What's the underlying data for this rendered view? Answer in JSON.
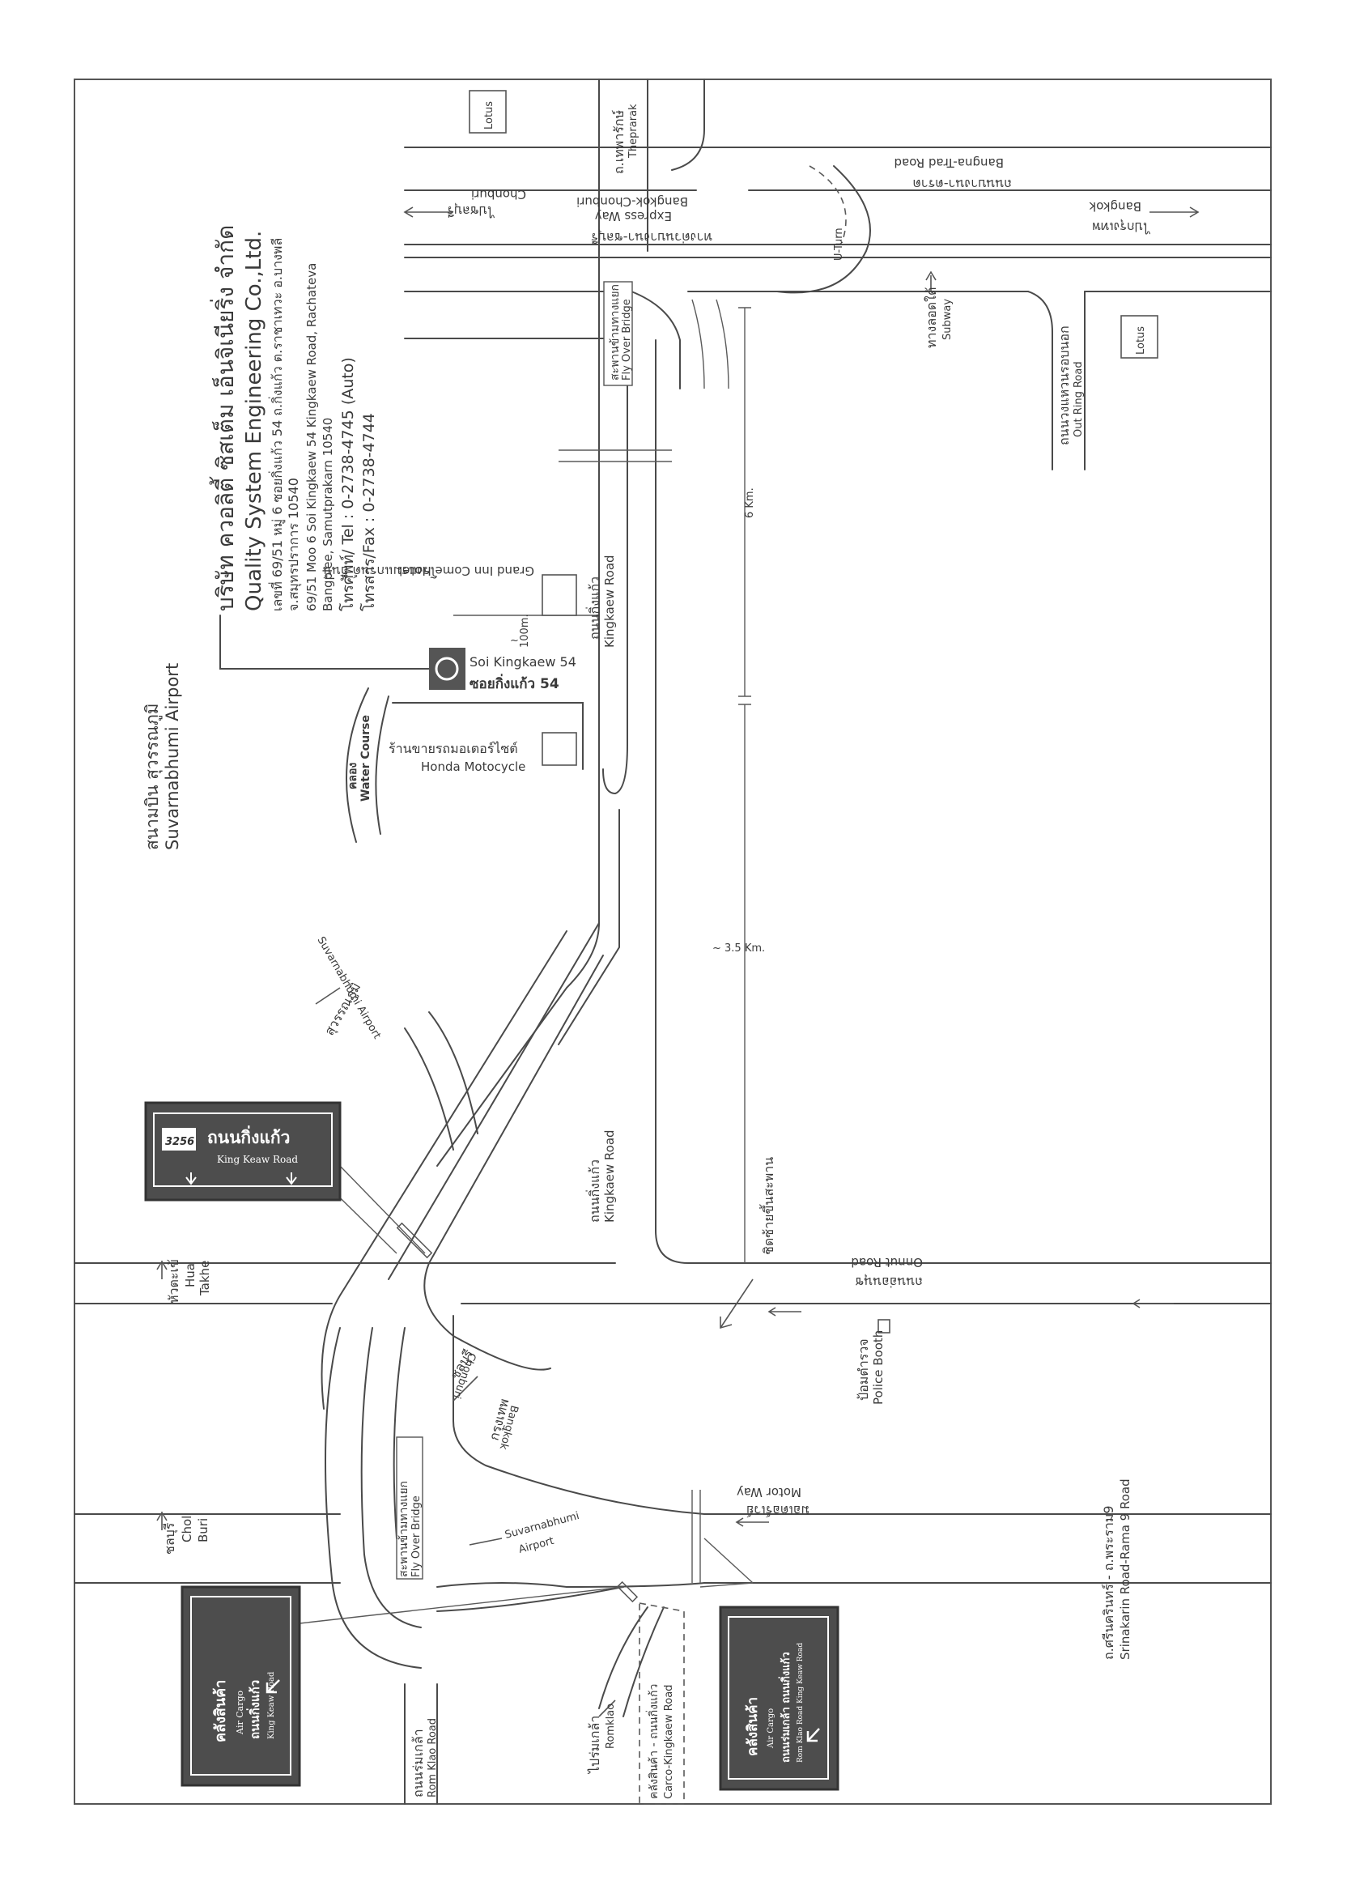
{
  "colors": {
    "line": "#4a4a4a",
    "text": "#3a3a3a",
    "sign_bg": "#4d4d4d",
    "logo_bg": "#555555"
  },
  "company": {
    "name_th": "บริษัท ควอลิตี้ ซิสเต็ม เอ็นจิเนียริ่ง จำกัด",
    "name_en": "Quality System Engineering Co.,Ltd.",
    "addr_th_1": "เลขที่ 69/51 หมู่ 6 ซอยกิ่งแก้ว 54 ถ.กิ่งแก้ว ต.ราชาเทวะ อ.บางพลี",
    "addr_th_2": "จ.สมุทรปราการ 10540",
    "addr_en_1": "69/51 Moo 6 Soi Kingkaew 54 Kingkaew Road, Rachateva",
    "addr_en_2": "Bangplee, Samutprakarn 10540",
    "tel": "โทรศัพท์/ Tel : 0-2738-4745 (Auto)",
    "fax": "โทรสาร/Fax : 0-2738-4744"
  },
  "airport": {
    "th": "สนามบิน สุวรรณภูมิ",
    "en": "Suvarnabhumi Airport"
  },
  "soi": {
    "en": "Soi Kingkaew 54",
    "th": "ซอยกิ่งแก้ว 54"
  },
  "hotel": {
    "th": "โรงแรมแกรนด์ อินน์",
    "en": "Grand Inn Come Hotel"
  },
  "honda": {
    "th": "ร้านขายรถมอเตอร์ไซต์",
    "en": "Honda Motocycle"
  },
  "water": {
    "th": "คลอง",
    "en": "Water Course"
  },
  "distance_100m": "100m.",
  "tilde": "~",
  "distance_6km": "6 Km.",
  "distance_35km": "~ 3.5 Km.",
  "kingkaew_road": {
    "th": "ถนนกิ่งแก้ว",
    "en": "Kingkaew Road"
  },
  "flyover_top": {
    "th": "สะพานข้ามทางแยก",
    "en": "Fly Over Bridge"
  },
  "theprarak": {
    "th": "ถ.เทพารักษ์",
    "en": "Theprarak"
  },
  "lotus": "Lotus",
  "bangna_trad": {
    "th": "ถนนบางนา-ตราด",
    "en": "Bangna-Trad Road"
  },
  "to_chonburi_top": {
    "th": "ไปชลบุรี",
    "en": "Chonburi"
  },
  "expressway": {
    "th": "ทางด่วนบางนา-ชลบุรี",
    "en1": "Express Way",
    "en2": "Bangkok-Chonburi"
  },
  "uturn": "U-Turn",
  "to_bangkok": {
    "th": "ไปกรุงเทพ",
    "en": "Bangkok"
  },
  "subway": {
    "th": "ทางลอดใต้",
    "en": "Subway"
  },
  "outer_ring": {
    "th": "ถนนวงแหวนรอบนอก",
    "en": "Out Ring Road"
  },
  "airport_road": {
    "th": "สุวรรณภูมิ",
    "en": "Suvarnabhumi Airport"
  },
  "sign_kingkaew": {
    "code": "3256",
    "th": "ถนนกิ่งแก้ว",
    "en": "King Keaw Road"
  },
  "hua_takhe": {
    "th": "หัวตะเข้",
    "en1": "Hua",
    "en2": "Takhe"
  },
  "turn_left": "ชิดซ้ายขึ้นสะพาน",
  "onnut": {
    "th": "ถนนอ่อนนุช",
    "en": "Onnut Road"
  },
  "police": {
    "th": "ป้อมตำรวจ",
    "en": "Police Booth"
  },
  "chonburi_mid": {
    "th": "ชลบุรี",
    "en": "Chonburi"
  },
  "bangkok_mid": {
    "th": "กรุงเทพ",
    "en": "Bangkok"
  },
  "motorway": {
    "th": "มอเตอร์เวย์",
    "en": "Motor Way"
  },
  "srinakarin": {
    "th": "ถ.ศรีนครินทร์ - ถ.พระราม9",
    "en": "Srinakarin Road-Rama 9 Road"
  },
  "chol_buri": {
    "th": "ชลบุรี",
    "en1": "Chol",
    "en2": "Buri"
  },
  "flyover_bottom": {
    "th": "สะพานข้ามทางแยก",
    "en": "Fly Over Bridge"
  },
  "suvarnabhumi_airport_bottom": {
    "en1": "Suvarnabhumi",
    "en2": "Airport"
  },
  "romklao_road": {
    "th": "ถนนร่มเกล้า",
    "en": "Rom Klao Road"
  },
  "to_romklao": {
    "th": "ไปร่มเกล้า",
    "en": "Romklao"
  },
  "cargo_kingkaew": {
    "th": "คลังสินค้า - ถนนกิ่งแก้ว",
    "en": "Carco-Kingkaew Road"
  },
  "sign_cargo_left": {
    "th1": "คลังสินค้า",
    "en1": "Air Cargo",
    "th2": "ถนนกิ่งแก้ว",
    "en2": "King Keaw Road"
  },
  "sign_cargo_right": {
    "th1": "คลังสินค้า",
    "en1": "Air Cargo",
    "th2": "ถนนร่มเกล้า  ถนนกิ่งแก้ว",
    "en2": "Rom Klao Road   King Keaw Road"
  }
}
